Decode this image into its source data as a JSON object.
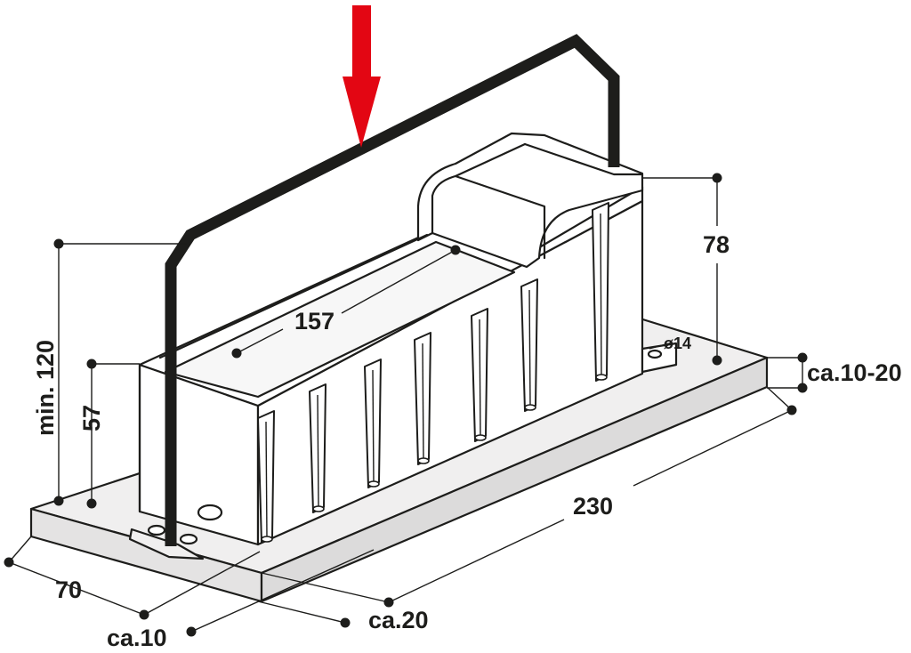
{
  "diagram": {
    "labels": {
      "height_min": "min. 120",
      "height_57": "57",
      "length_157": "157",
      "height_78": "78",
      "hole_diameter": "ø14",
      "plate_thickness": "ca.10-20",
      "plate_length": "230",
      "plate_width": "70",
      "edge_offset_10": "ca.10",
      "edge_offset_20": "ca.20"
    },
    "colors": {
      "arrow": "#e30613",
      "ink": "#1d1d1b",
      "body_fill": "#ffffff",
      "plate_fill": "#f0efef",
      "handle": "#1d1d1b"
    }
  }
}
